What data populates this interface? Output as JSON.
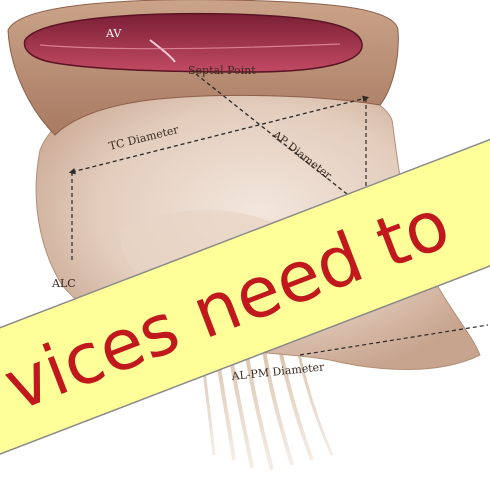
{
  "labels": {
    "av": "AV",
    "septal_point": "Septal Point",
    "tc_diameter": "TC Diameter",
    "ap_diameter": "AP Diameter",
    "al": "ALC",
    "al_pm_diameter": "AL-PM Diameter"
  },
  "banner": {
    "text": "vices need to",
    "background": "#ffff99",
    "text_color": "#c0181d",
    "border_color": "#8a8a8a"
  }
}
